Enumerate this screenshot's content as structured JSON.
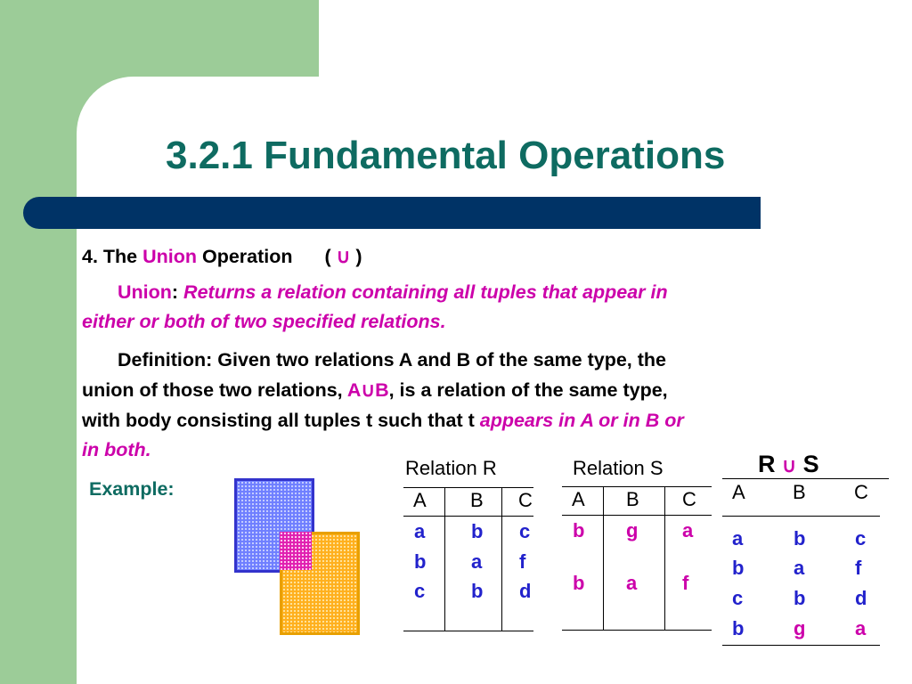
{
  "slide": {
    "title": "3.2.1 Fundamental Operations",
    "heading": {
      "prefix": "4. The ",
      "keyword": "Union",
      "suffix": " Operation",
      "symbol_open": "( ",
      "symbol": "∪",
      "symbol_close": " )"
    },
    "union_def": {
      "term": "Union",
      "colon": ":",
      "line1": " Returns a relation containing all tuples that appear in",
      "line2": "either or both of two specified relations."
    },
    "definition": {
      "line1": "Definition: Given two relations A and B of the same type, the",
      "line2_a": "union of those two relations, ",
      "line2_b": "A∪B",
      "line2_c": ", is a relation of the same type,",
      "line3_a": "with body consisting all tuples t such that t ",
      "line3_b": "appears in A or in B or",
      "line4": "in both."
    },
    "example_label": "Example:"
  },
  "relations": {
    "r": {
      "caption": "Relation R",
      "headers": [
        "A",
        "B",
        "C"
      ],
      "rows": [
        [
          "a",
          "b",
          "c"
        ],
        [
          "b",
          "a",
          "f"
        ],
        [
          "c",
          "b",
          "d"
        ]
      ]
    },
    "s": {
      "caption": "Relation S",
      "headers": [
        "A",
        "B",
        "C"
      ],
      "rows": [
        [
          "b",
          "g",
          "a"
        ],
        [
          "b",
          "a",
          "f"
        ]
      ]
    },
    "rs": {
      "caption_left": "R ",
      "caption_symbol": "∪",
      "caption_right": " S",
      "headers": [
        "A",
        "B",
        "C"
      ],
      "rows": [
        [
          "a",
          "b",
          "c"
        ],
        [
          "b",
          "a",
          "f"
        ],
        [
          "c",
          "b",
          "d"
        ],
        [
          "b",
          "g",
          "a"
        ]
      ]
    }
  },
  "colors": {
    "title": "#0e6b61",
    "accent_pink": "#cc00aa",
    "value_blue": "#2222cc",
    "bar_navy": "#003366",
    "green_bg": "#9ccc98"
  }
}
